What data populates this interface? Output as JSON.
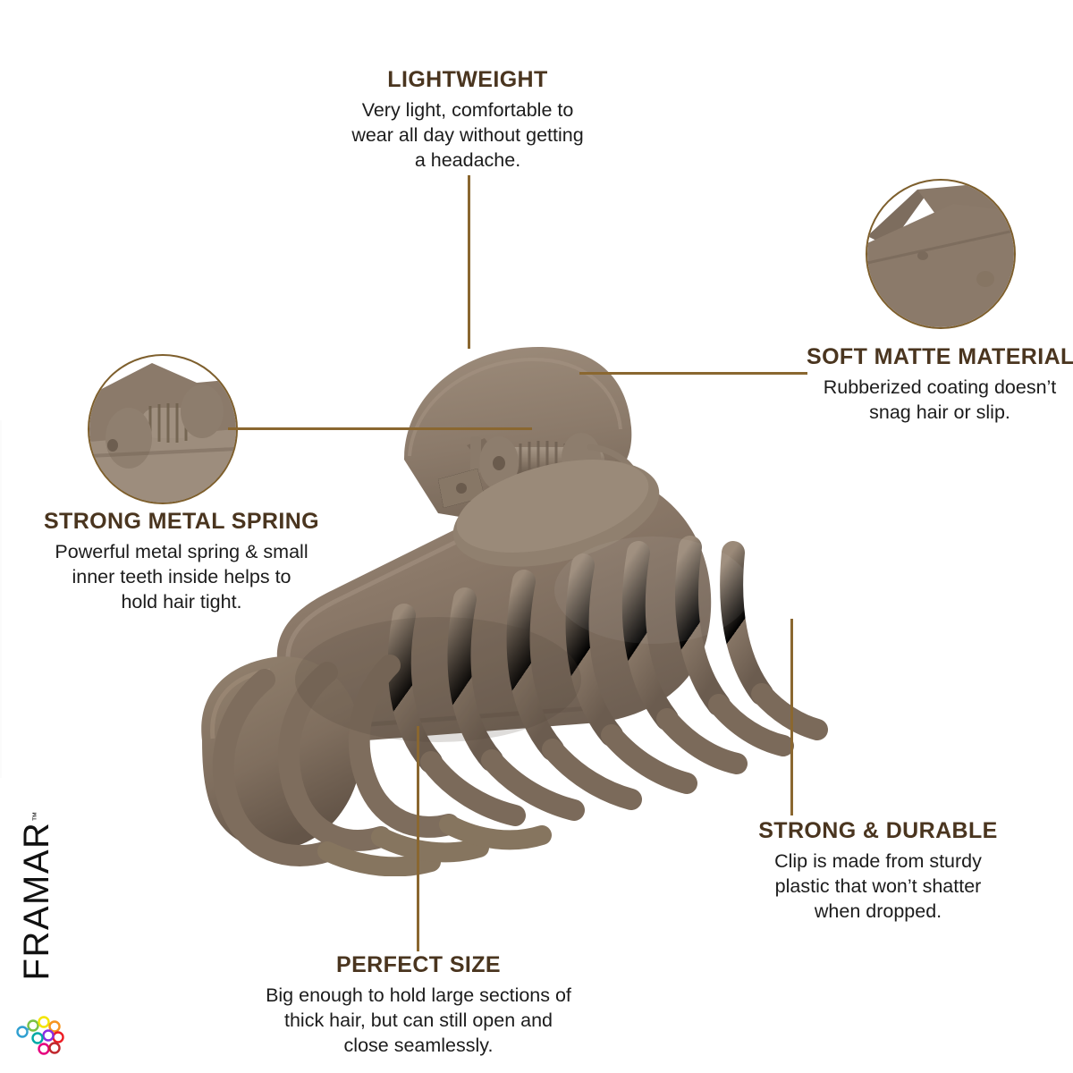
{
  "brand": {
    "name": "FRAMAR",
    "trademark": "™",
    "mark_icon": "dot-cluster-icon",
    "mark_colors": [
      "#2f9fd0",
      "#7ac143",
      "#f3e500",
      "#f7941e",
      "#ed1c24",
      "#c1272d",
      "#8a2be2",
      "#e6007e",
      "#00a9a5"
    ]
  },
  "theme": {
    "background": "#ffffff",
    "heading_color": "#4a351f",
    "body_color": "#1c1c1c",
    "leader_line_color": "#8a6730",
    "product_base": "#8a7868",
    "product_shadow": "#6b5c4e",
    "product_highlight": "#a09082",
    "circle_border": "#7e5f2c"
  },
  "product": {
    "name": "claw-hair-clip",
    "tooth_count": 8,
    "color_name": "taupe"
  },
  "callouts": [
    {
      "id": "lightweight",
      "title": "LIGHTWEIGHT",
      "body": "Very light, comfortable to wear all day without getting a headache.",
      "lines": [
        "Very light, comfortable to",
        "wear all day without getting",
        "a headache."
      ],
      "align": "center"
    },
    {
      "id": "soft-matte-material",
      "title": "SOFT MATTE MATERIAL",
      "body": "Rubberized coating doesn’t snag hair or slip.",
      "lines": [
        "Rubberized coating doesn’t",
        "snag hair or slip."
      ],
      "align": "center"
    },
    {
      "id": "strong-metal-spring",
      "title": "STRONG METAL SPRING",
      "body": "Powerful metal spring & small inner teeth inside helps to hold hair tight.",
      "lines": [
        "Powerful metal spring & small",
        "inner teeth inside helps to",
        "hold hair tight."
      ],
      "align": "center"
    },
    {
      "id": "strong-and-durable",
      "title": "STRONG & DURABLE",
      "body": "Clip is made from sturdy plastic that won’t shatter when dropped.",
      "lines": [
        "Clip is made from sturdy",
        "plastic that won’t shatter",
        "when dropped."
      ],
      "align": "center"
    },
    {
      "id": "perfect-size",
      "title": "PERFECT SIZE",
      "body": "Big enough to hold large sections of thick hair, but can still open and close seamlessly.",
      "lines": [
        "Big enough to hold large sections of",
        "thick hair, but can still open and",
        "close seamlessly."
      ],
      "align": "center"
    }
  ],
  "zoom_insets": [
    {
      "id": "spring-detail",
      "label": "spring-hinge-closeup"
    },
    {
      "id": "matte-detail",
      "label": "matte-surface-closeup"
    }
  ]
}
